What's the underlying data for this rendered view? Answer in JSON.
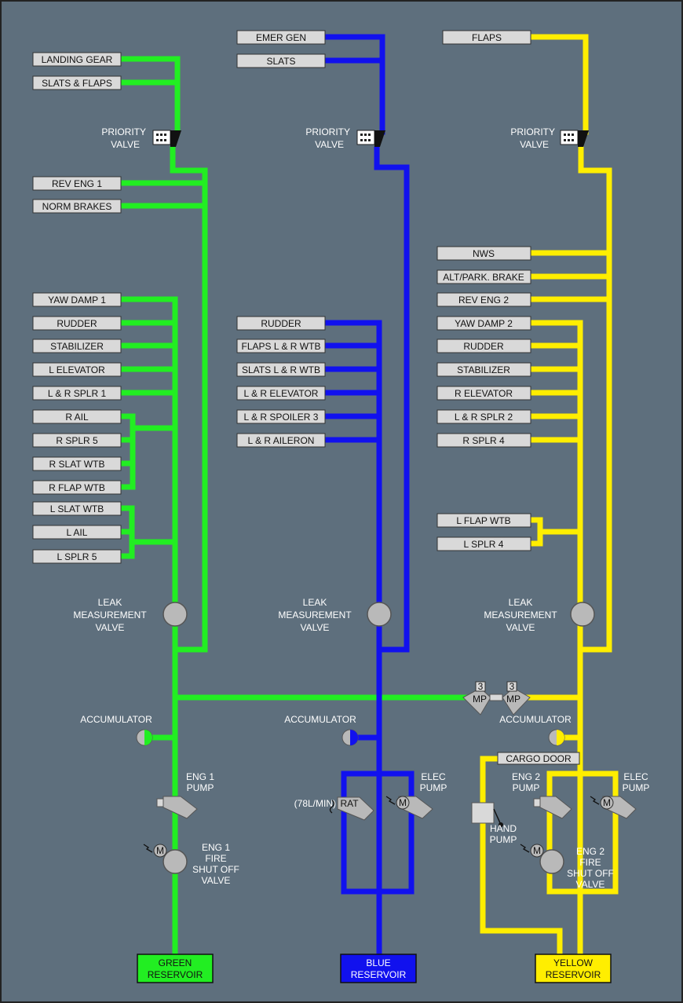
{
  "colors": {
    "background": "#5e6f7d",
    "green": "#22ee22",
    "blue": "#1111ee",
    "yellow": "#ffee00",
    "box_fill": "#d9d9d9",
    "component": "#b9b9b9"
  },
  "green": {
    "consumers": [
      "LANDING GEAR",
      "SLATS & FLAPS",
      "REV ENG 1",
      "NORM BRAKES",
      "YAW DAMP 1",
      "RUDDER",
      "STABILIZER",
      "L ELEVATOR",
      "L & R SPLR 1",
      "R AIL",
      "R SPLR 5",
      "R SLAT WTB",
      "R FLAP WTB",
      "L SLAT WTB",
      "L AIL",
      "L SPLR 5"
    ],
    "priority_valve": [
      "PRIORITY",
      "VALVE"
    ],
    "leak_valve": [
      "LEAK",
      "MEASUREMENT",
      "VALVE"
    ],
    "accumulator": "ACCUMULATOR",
    "pump": [
      "ENG 1",
      "PUMP"
    ],
    "fire_valve": [
      "ENG 1",
      "FIRE",
      "SHUT OFF",
      "VALVE"
    ],
    "reservoir": [
      "GREEN",
      "RESERVOIR"
    ]
  },
  "blue": {
    "consumers": [
      "EMER GEN",
      "SLATS",
      "RUDDER",
      "FLAPS L & R WTB",
      "SLATS L & R WTB",
      "L & R ELEVATOR",
      "L & R SPOILER 3",
      "L & R AILERON"
    ],
    "priority_valve": [
      "PRIORITY",
      "VALVE"
    ],
    "leak_valve": [
      "LEAK",
      "MEASUREMENT",
      "VALVE"
    ],
    "accumulator": "ACCUMULATOR",
    "rat_rate": "(78L/MIN)",
    "rat": "RAT",
    "elec_pump": [
      "ELEC",
      "PUMP"
    ],
    "reservoir": [
      "BLUE",
      "RESERVOIR"
    ]
  },
  "yellow": {
    "consumers": [
      "FLAPS",
      "NWS",
      "ALT/PARK. BRAKE",
      "REV ENG 2",
      "YAW DAMP 2",
      "RUDDER",
      "STABILIZER",
      "R ELEVATOR",
      "L & R SPLR 2",
      "R SPLR 4",
      "L FLAP WTB",
      "L SPLR 4"
    ],
    "priority_valve": [
      "PRIORITY",
      "VALVE"
    ],
    "leak_valve": [
      "LEAK",
      "MEASUREMENT",
      "VALVE"
    ],
    "accumulator": "ACCUMULATOR",
    "cargo_door": "CARGO DOOR",
    "pump": [
      "ENG 2",
      "PUMP"
    ],
    "elec_pump": [
      "ELEC",
      "PUMP"
    ],
    "hand_pump": [
      "HAND",
      "PUMP"
    ],
    "fire_valve": [
      "ENG 2",
      "FIRE",
      "SHUT OFF",
      "VALVE"
    ],
    "reservoir": [
      "YELLOW",
      "RESERVOIR"
    ]
  },
  "ptu": {
    "left_num": "3",
    "left_label": "MP",
    "right_num": "3",
    "right_label": "MP"
  },
  "motor_symbol": "M"
}
